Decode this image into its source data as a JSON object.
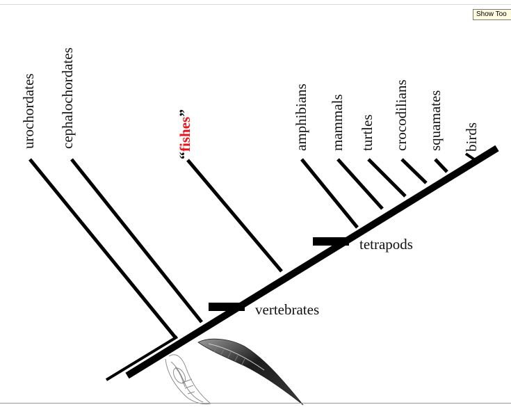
{
  "ui": {
    "show_tool_label": "Show Too"
  },
  "taxa": {
    "urochordates": "urochordates",
    "cephalochordates": "cephalochordates",
    "fishes_open_quote": "“",
    "fishes": "fishes",
    "fishes_close_quote": "”",
    "amphibians": "amphibians",
    "mammals": "mammals",
    "turtles": "turtles",
    "crocodilians": "crocodilians",
    "squamates": "squamates",
    "birds": "birds"
  },
  "clades": {
    "vertebrates": "vertebrates",
    "tetrapods": "tetrapods"
  },
  "colors": {
    "branch": "#000000",
    "highlight_text": "#e8131b"
  }
}
